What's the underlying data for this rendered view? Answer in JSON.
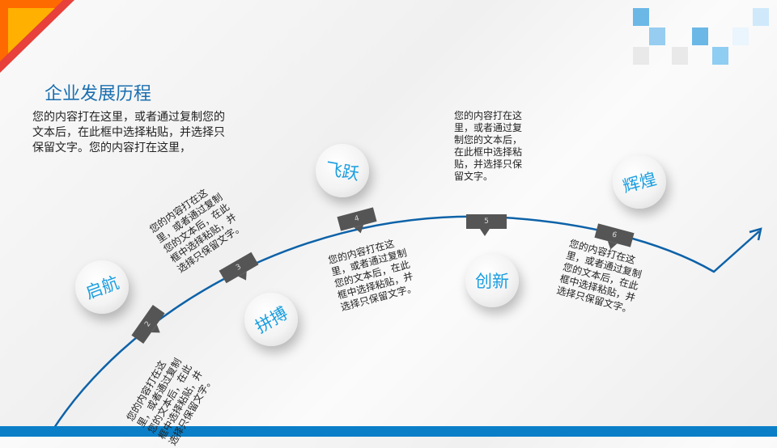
{
  "title": "企业发展历程",
  "intro": "您的内容打在这里，或者通过复制您的文本后，在此框中选择粘贴，并选择只保留文字。您的内容打在这里，",
  "milestones": [
    {
      "label": "启航",
      "tag": "2",
      "text": "您的内容打在这里，或者通过复制您的文本后，在此框中选择粘贴，并选择只保留文字。"
    },
    {
      "label": "拼搏",
      "tag": "3",
      "text": "您的内容打在这里，或者通过复制您的文本后，在此框中选择粘贴，并选择只保留文字。"
    },
    {
      "label": "飞跃",
      "tag": "4",
      "text": "您的内容打在这里，或者通过复制您的文本后，在此框中选择粘贴，并选择只保留文字。"
    },
    {
      "label": "创新",
      "tag": "5",
      "text": "您的内容打在这里，或者通过复制您的文本后，在此框中选择粘贴，并选择只保留文字。"
    },
    {
      "label": "辉煌",
      "tag": "6",
      "text": "您的内容打在这里，或者通过复制您的文本后，在此框中选择粘贴，并选择只保留文字。"
    }
  ],
  "colors": {
    "accent": "#1a6fb0",
    "line": "#0d62a8",
    "bar": "#0a7fc8",
    "corner_orange": "#ff6a00",
    "corner_yellow": "#ffb000",
    "corner_red": "#e8403a"
  }
}
